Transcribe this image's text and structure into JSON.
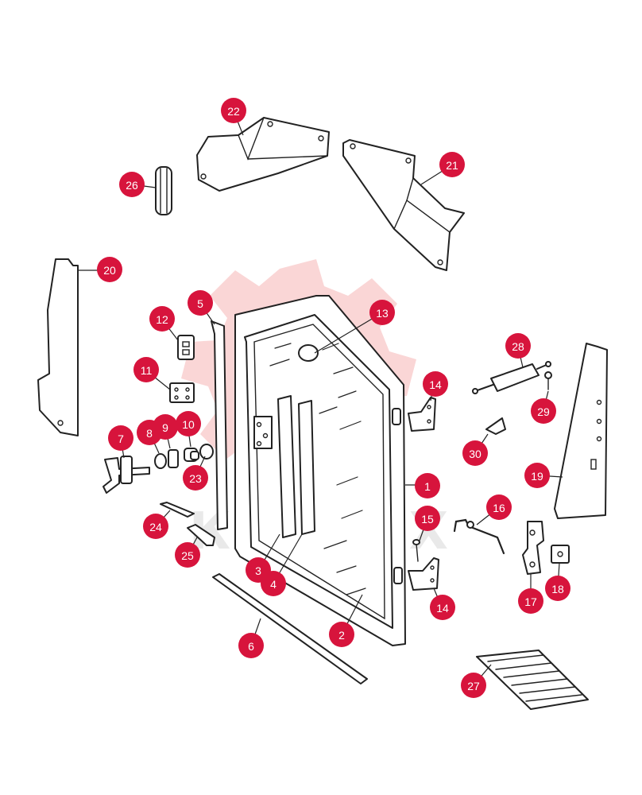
{
  "watermark": {
    "text": "КИНТЕХ",
    "gear_color": "#f08a8a"
  },
  "badge_color": "#d7143c",
  "badges": [
    {
      "id": "1",
      "label": "1"
    },
    {
      "id": "2",
      "label": "2"
    },
    {
      "id": "3",
      "label": "3"
    },
    {
      "id": "4",
      "label": "4"
    },
    {
      "id": "5",
      "label": "5"
    },
    {
      "id": "6",
      "label": "6"
    },
    {
      "id": "7",
      "label": "7"
    },
    {
      "id": "8",
      "label": "8"
    },
    {
      "id": "9",
      "label": "9"
    },
    {
      "id": "10",
      "label": "10"
    },
    {
      "id": "11",
      "label": "11"
    },
    {
      "id": "12",
      "label": "12"
    },
    {
      "id": "13",
      "label": "13"
    },
    {
      "id": "14a",
      "label": "14"
    },
    {
      "id": "14b",
      "label": "14"
    },
    {
      "id": "15",
      "label": "15"
    },
    {
      "id": "16",
      "label": "16"
    },
    {
      "id": "17",
      "label": "17"
    },
    {
      "id": "18",
      "label": "18"
    },
    {
      "id": "19",
      "label": "19"
    },
    {
      "id": "20",
      "label": "20"
    },
    {
      "id": "21",
      "label": "21"
    },
    {
      "id": "22",
      "label": "22"
    },
    {
      "id": "23",
      "label": "23"
    },
    {
      "id": "24",
      "label": "24"
    },
    {
      "id": "25",
      "label": "25"
    },
    {
      "id": "26",
      "label": "26"
    },
    {
      "id": "27",
      "label": "27"
    },
    {
      "id": "28",
      "label": "28"
    },
    {
      "id": "29",
      "label": "29"
    },
    {
      "id": "30",
      "label": "30"
    }
  ]
}
